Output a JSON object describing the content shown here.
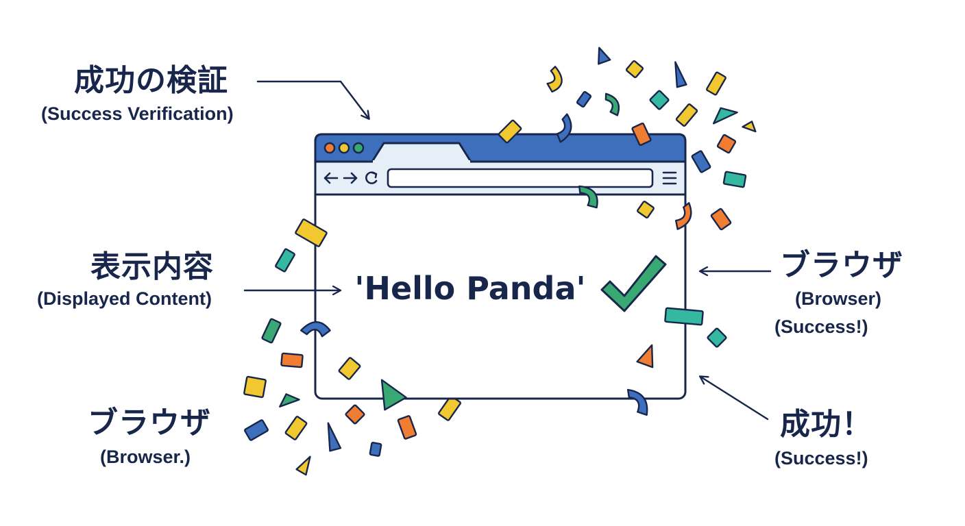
{
  "browser": {
    "address_bar": "",
    "nav_back": "←",
    "nav_forward": "→",
    "nav_reload": "C",
    "menu": "≡",
    "content_text": "'Hello Panda'"
  },
  "labels": {
    "verification": {
      "jp": "成功の検証",
      "en": "(Success Verification)"
    },
    "displayed": {
      "jp": "表示内容",
      "en": "(Displayed Content)"
    },
    "browser_right": {
      "jp": "ブラウザ",
      "en": "(Browser)",
      "en2": "(Success!)"
    },
    "browser_left": {
      "jp": "ブラウザ",
      "en": "(Browser.)"
    },
    "success": {
      "jp": "成功！",
      "en": "(Success!)"
    }
  },
  "colors": {
    "ink": "#17264a",
    "chrome_blue": "#3d6fbd",
    "chrome_light": "#e6eef8",
    "check_green": "#3aa872",
    "confetti": [
      "#f2c830",
      "#3d6fbd",
      "#3aa872",
      "#f07d32",
      "#35b8a0"
    ]
  },
  "icons": [
    "traffic-lights",
    "back-arrow-icon",
    "forward-arrow-icon",
    "reload-icon",
    "menu-icon",
    "checkmark-icon",
    "confetti"
  ]
}
